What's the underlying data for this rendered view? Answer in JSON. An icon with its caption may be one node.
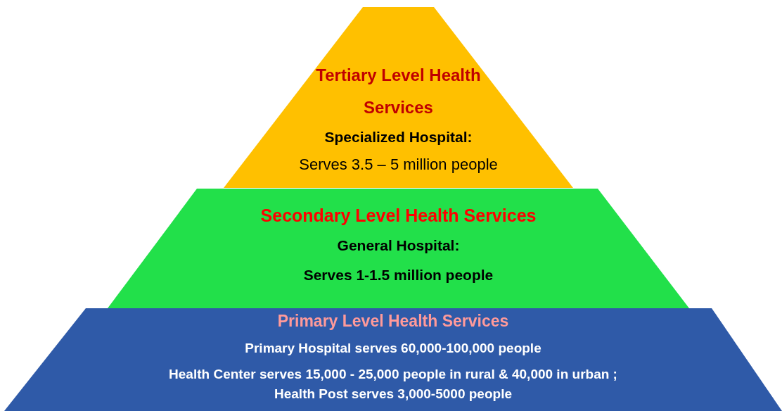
{
  "diagram": {
    "nodes": [
      {
        "text": [
          "Tertiary Level Health Services",
          "Specialized Hospital:",
          "Serves 3.5 – 5 million people"
        ]
      },
      {
        "text": [
          "Secondary Level Health Services",
          "General Hospital:",
          "Serves 1-1.5 million people"
        ]
      },
      {
        "text": [
          "Primary Level Health Services",
          "Primary Hospital serves 60,000-100,000 people",
          "Health Center serves 15,000 - 25,000 people in rural & 40,000 in urban ; Health Post serves 3,000-5000 people"
        ]
      }
    ]
  }
}
